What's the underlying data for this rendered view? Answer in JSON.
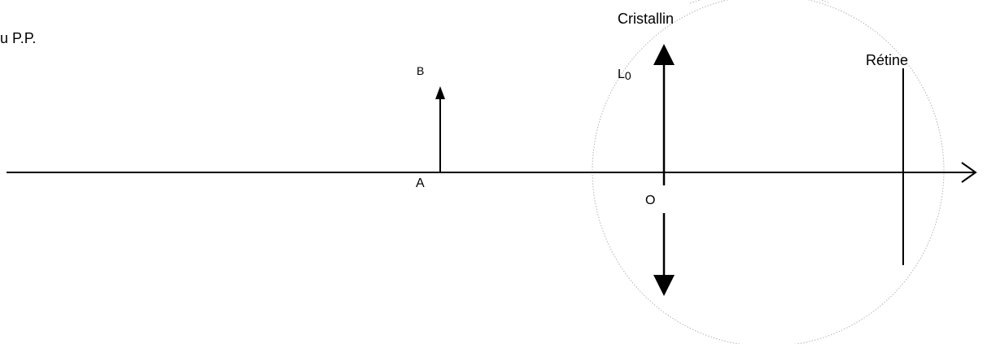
{
  "labels": {
    "top_left_fragment": "u P.P.",
    "lens_name": "Cristallin",
    "lens_symbol_main": "L",
    "lens_symbol_sub": "0",
    "retina": "Rétine",
    "object_top": "B",
    "object_base": "A",
    "optical_center": "O"
  },
  "colors": {
    "stroke": "#000000",
    "eye_outline": "#b5b5b5"
  },
  "icons": {
    "axis_arrow": "chevron-right-icon",
    "lens_top": "arrowhead-up-icon",
    "lens_bottom": "arrowhead-down-icon"
  }
}
